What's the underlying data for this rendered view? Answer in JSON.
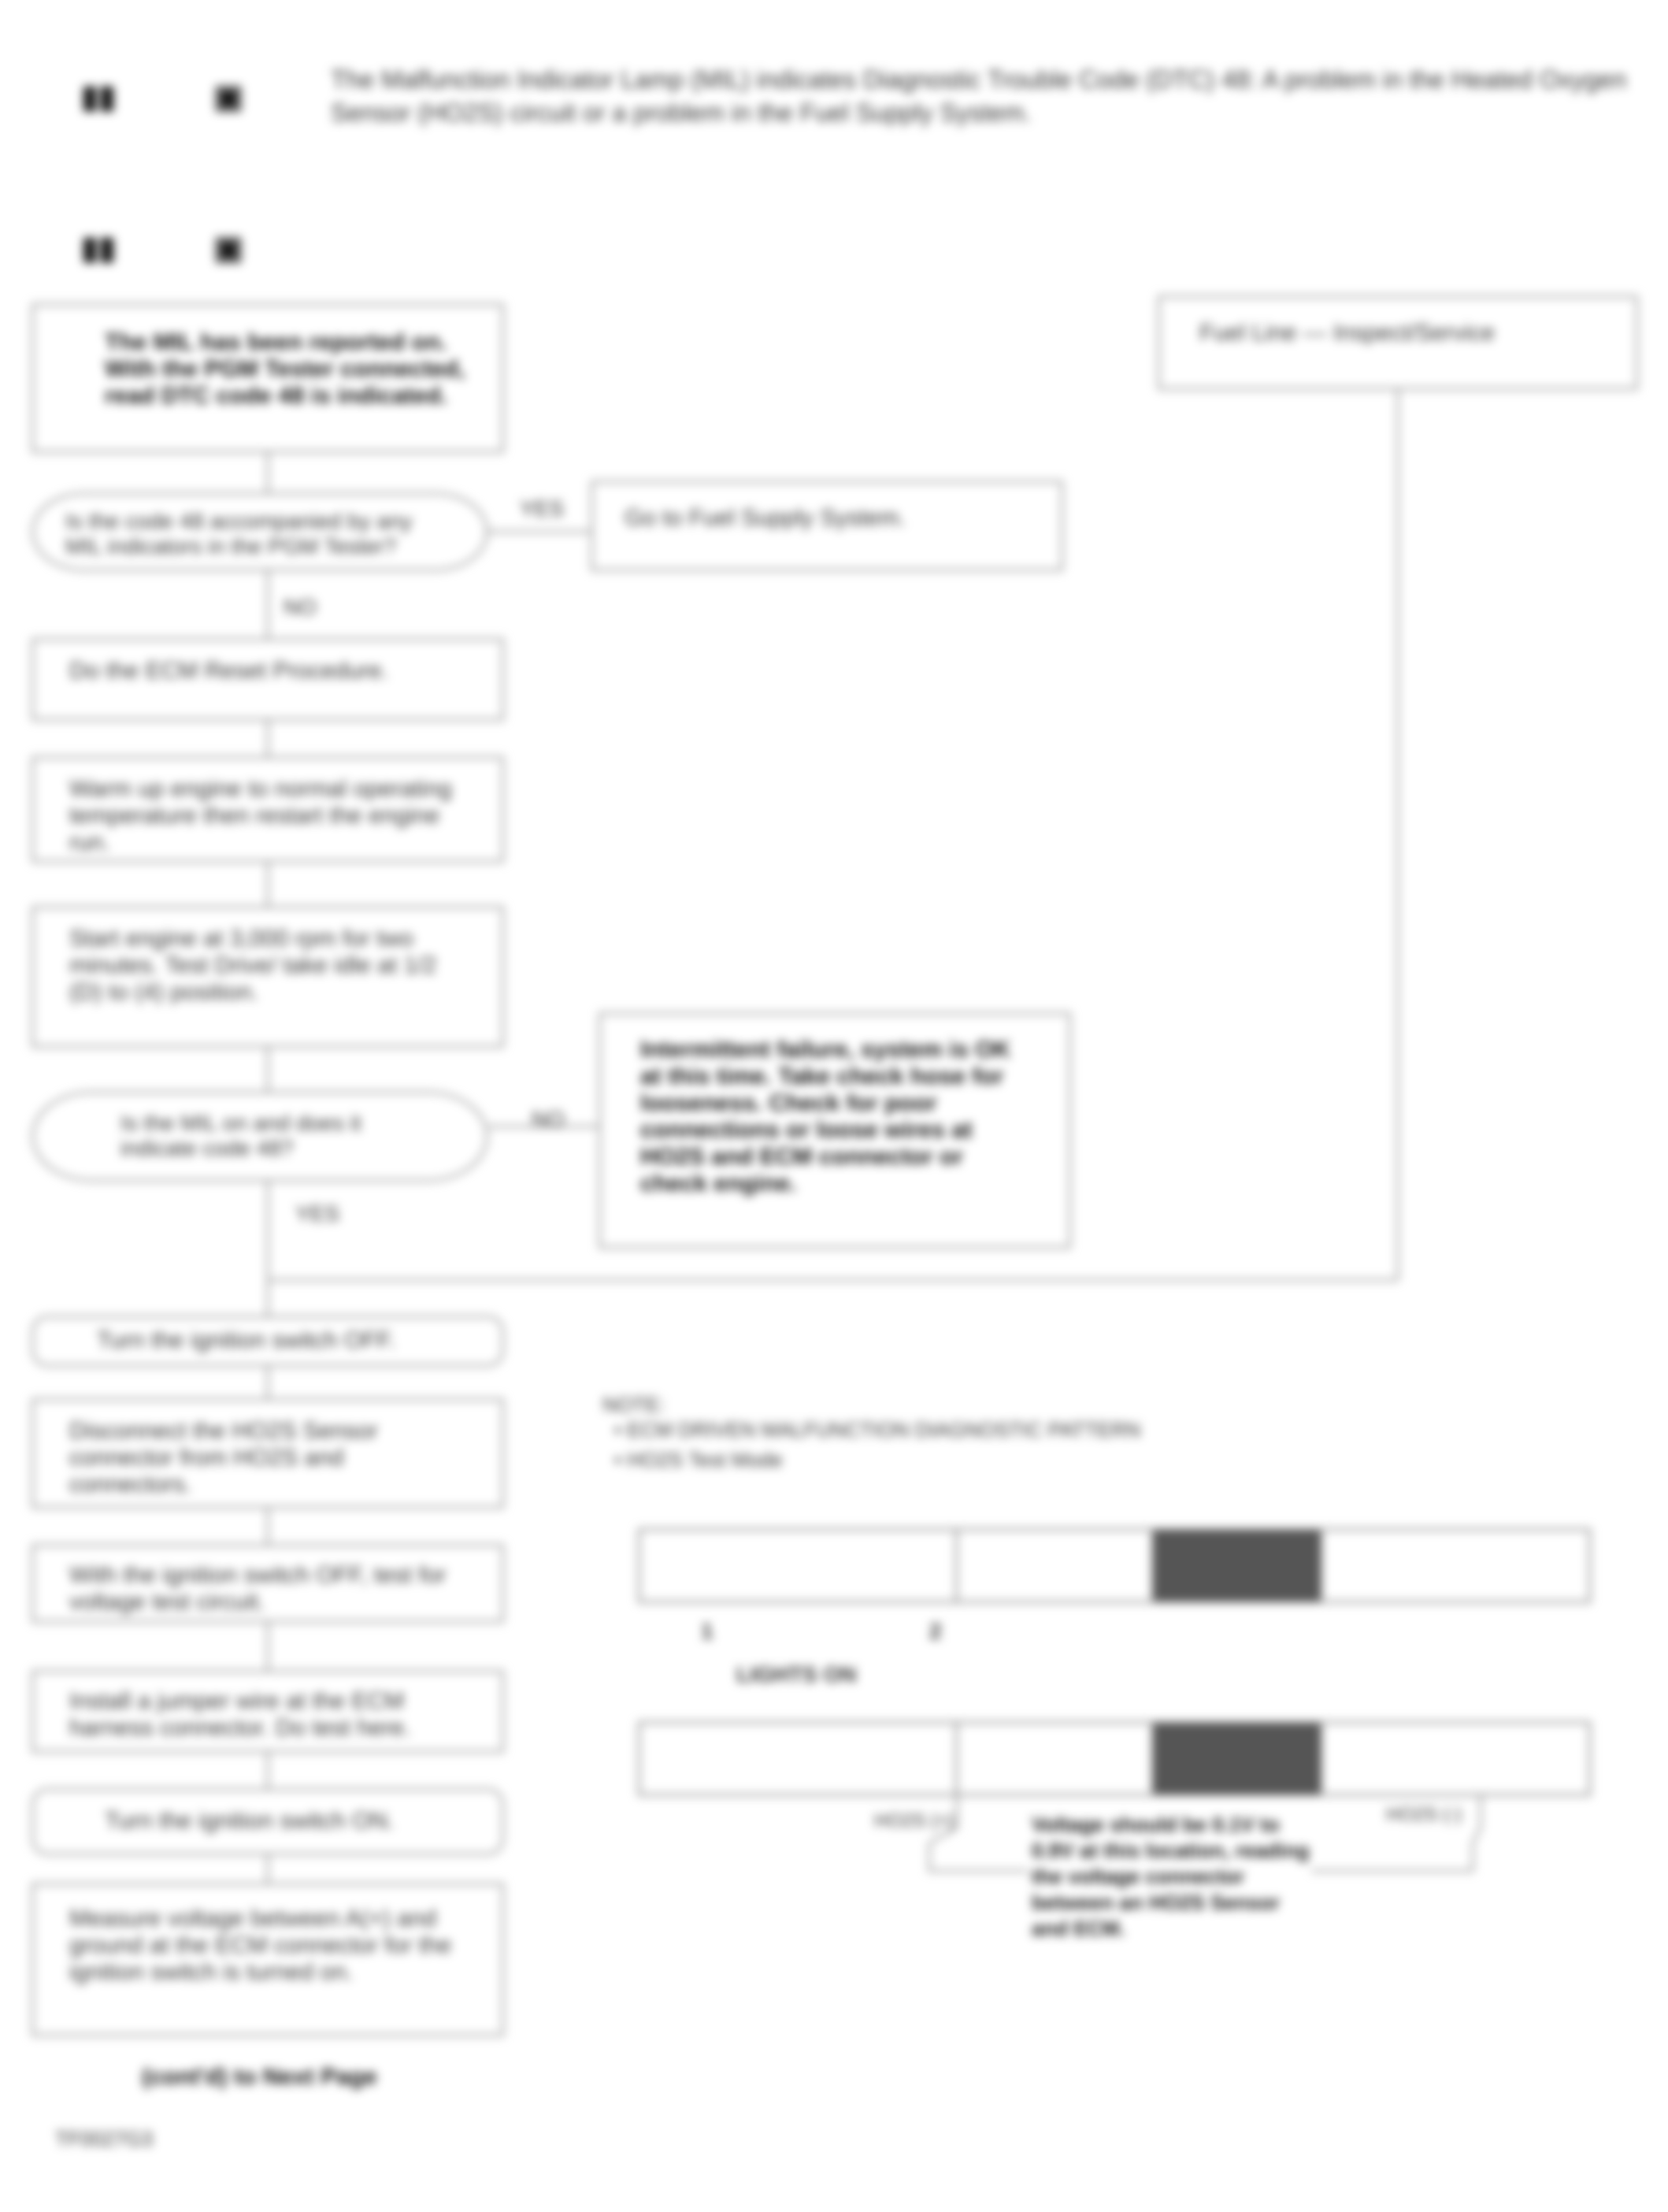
{
  "header": {
    "icon_a": "▮▮",
    "icon_b": "▣",
    "text": "The Malfunction Indicator Lamp (MIL) indicates Diagnostic Trouble Code (DTC) 48: A problem in the Heated Oxygen Sensor (HO2S) circuit or a problem in the Fuel Supply System."
  },
  "section": {
    "icon_a": "▮▮",
    "icon_b": "▣"
  },
  "flow": {
    "start": "The MIL has been reported on. With the PGM Tester connected, read DTC code 48 is indicated.",
    "q1": "Is the code 48 accompanied by any MIL indicators in the PGM Tester?",
    "q1_yes": "YES",
    "q1_no": "NO",
    "q1_yes_box": "Go to Fuel Supply System.",
    "step1": "Do the ECM Reset Procedure.",
    "step2": "Warm up engine to normal operating temperature then restart the engine run.",
    "step3": "Start engine at 3,000 rpm for two minutes. Test Drive/ take idle at 1/2 (D) to (4) position.",
    "q2": "Is the MIL on and does it indicate code 48?",
    "q2_yes": "YES",
    "q2_no": "NO",
    "q2_no_box": "Intermittent failure, system is OK at this time. Take check hose for looseness. Check for poor connections or loose wires at HO2S and ECM connector or check engine.",
    "right_box": "Fuel Line — Inspect/Service",
    "s4": "Turn the ignition switch OFF.",
    "s5": "Disconnect the HO2S Sensor connector from HO2S and connectors.",
    "s6": "With the ignition switch OFF, test for voltage test circuit.",
    "s7": "Install a jumper wire at the ECM harness connector. Do test here.",
    "s8": "Turn the ignition switch ON.",
    "s9": "Measure voltage between A(+) and ground at the ECM connector for the ignition switch is turned on.",
    "continued": "(cont'd) to Next Page"
  },
  "note": {
    "title": "NOTE:",
    "line1": "• ECM DRIVEN MALFUNCTION DIAGNOSTIC PATTERN",
    "line2": "• HO2S Test Mode"
  },
  "diagram": {
    "pin_left": "1",
    "pin_right": "2",
    "caption": "LIGHTS ON",
    "label_left": "HO2S (+)",
    "label_right": "HO2S (-)",
    "mid_text": "Voltage should be 0.1V to 0.9V at this location, reading the voltage connector between an HO2S Sensor and ECM."
  },
  "footer": {
    "code": "TF0027G3"
  }
}
